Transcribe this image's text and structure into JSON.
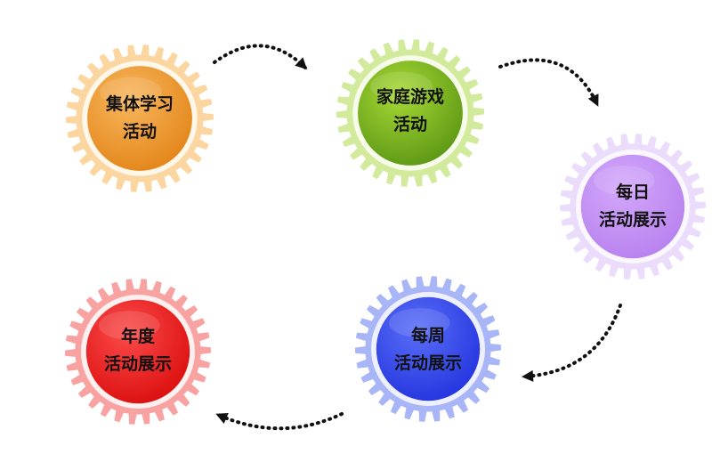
{
  "nodes": [
    {
      "id": "group-study",
      "lines": [
        "集体学习",
        "活动"
      ],
      "colors": {
        "teeth": "#fcd6a0",
        "ring": "#fff7ea",
        "inner_light": "#f7b75c",
        "inner_dark": "#e4871c"
      }
    },
    {
      "id": "family-game",
      "lines": [
        "家庭游戏",
        "活动"
      ],
      "colors": {
        "teeth": "#d2ea9c",
        "ring": "#f7fbe9",
        "inner_light": "#a7d834",
        "inner_dark": "#5f9a16"
      }
    },
    {
      "id": "daily-show",
      "lines": [
        "每日",
        "活动展示"
      ],
      "colors": {
        "teeth": "#eadcfa",
        "ring": "#fbf7ff",
        "inner_light": "#d2a7fb",
        "inner_dark": "#b983ef"
      }
    },
    {
      "id": "weekly-show",
      "lines": [
        "每周",
        "活动展示"
      ],
      "colors": {
        "teeth": "#a8b5f7",
        "ring": "#eef0ff",
        "inner_light": "#5a6ef8",
        "inner_dark": "#2537df"
      }
    },
    {
      "id": "yearly-show",
      "lines": [
        "年度",
        "活动展示"
      ],
      "colors": {
        "teeth": "#f8a2a2",
        "ring": "#fff0f0",
        "inner_light": "#fb4a4a",
        "inner_dark": "#dd1111"
      }
    }
  ],
  "arrow_color": "#111111"
}
